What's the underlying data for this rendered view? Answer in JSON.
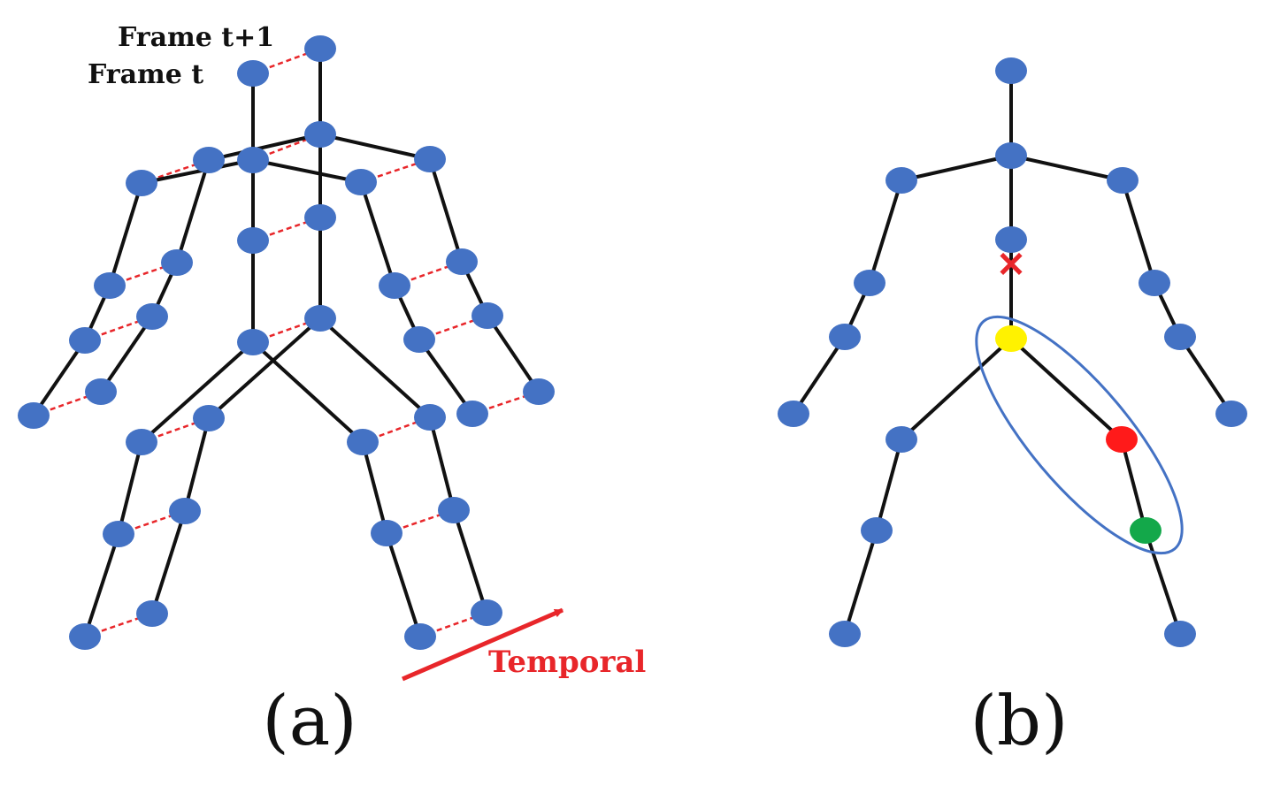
{
  "colors": {
    "joint": "#4472C4",
    "bone": "#111111",
    "temporal_link": "#E8262A",
    "arrow": "#E8262A",
    "removed_mark": "#E8262A",
    "highlight_root": "#FFF200",
    "highlight_mid": "#FF1A1A",
    "highlight_end": "#13A84A",
    "group_ellipse": "#4472C4"
  },
  "panel_a": {
    "label": "(a)",
    "frame_next_label": "Frame t+1",
    "frame_current_label": "Frame t",
    "temporal_label": "Temporal"
  },
  "panel_b": {
    "label": "(b)",
    "removed_symbol": "✕"
  }
}
